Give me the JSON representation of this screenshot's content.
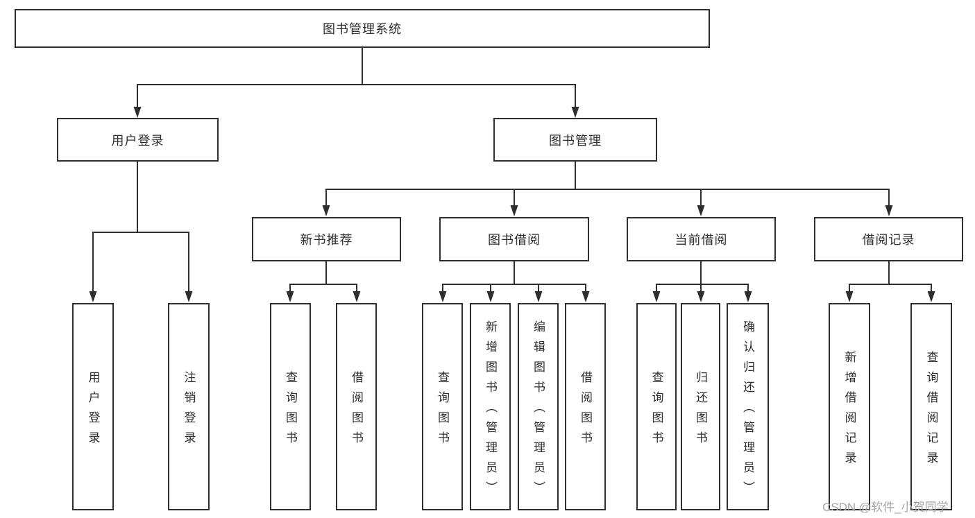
{
  "diagram": {
    "root": {
      "label": "图书管理系统"
    },
    "level2": [
      {
        "label": "用户登录"
      },
      {
        "label": "图书管理"
      }
    ],
    "level3": [
      {
        "label": "新书推荐",
        "parent": "图书管理"
      },
      {
        "label": "图书借阅",
        "parent": "图书管理"
      },
      {
        "label": "当前借阅",
        "parent": "图书管理"
      },
      {
        "label": "借阅记录",
        "parent": "图书管理"
      }
    ],
    "leaves": [
      {
        "label": "用户登录",
        "parent": "用户登录"
      },
      {
        "label": "注销登录",
        "parent": "用户登录"
      },
      {
        "label": "查询图书",
        "parent": "新书推荐"
      },
      {
        "label": "借阅图书",
        "parent": "新书推荐"
      },
      {
        "label": "查询图书",
        "parent": "图书借阅"
      },
      {
        "label": "新增图书（管理员）",
        "parent": "图书借阅"
      },
      {
        "label": "编辑图书（管理员）",
        "parent": "图书借阅"
      },
      {
        "label": "借阅图书",
        "parent": "图书借阅"
      },
      {
        "label": "查询图书",
        "parent": "当前借阅"
      },
      {
        "label": "归还图书",
        "parent": "当前借阅"
      },
      {
        "label": "确认归还（管理员）",
        "parent": "当前借阅"
      },
      {
        "label": "新增借阅记录",
        "parent": "借阅记录"
      },
      {
        "label": "查询借阅记录",
        "parent": "借阅记录"
      }
    ],
    "watermark": "CSDN @软件_小贺同学"
  },
  "colors": {
    "line": "#2e2e2e",
    "box_border": "#2e2e2e",
    "text": "#2e2e2e",
    "watermark": "#a6a6a6",
    "background": "#ffffff"
  }
}
